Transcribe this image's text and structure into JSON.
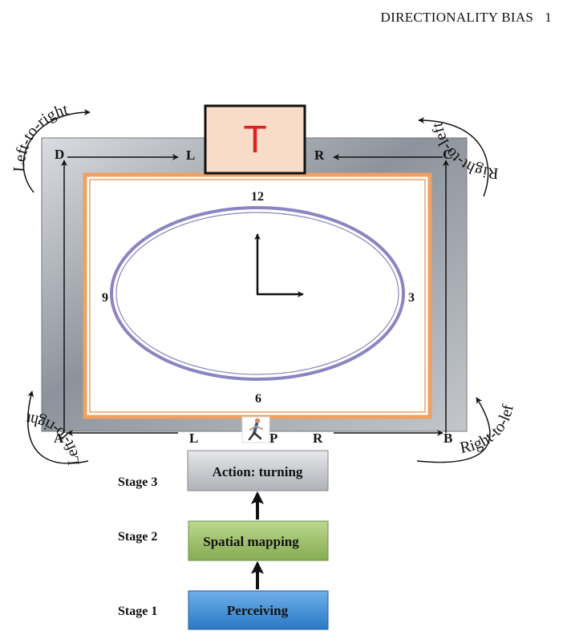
{
  "header": {
    "running_title": "DIRECTIONALITY BIAS",
    "page_number": "1"
  },
  "target": {
    "label": "T"
  },
  "corners": {
    "a": "A",
    "b": "B",
    "c": "C",
    "d": "D"
  },
  "side_labels": {
    "top_left": "L",
    "top_right": "R",
    "bottom_left": "L",
    "bottom_right": "R",
    "observer": "P"
  },
  "clock": {
    "twelve": "12",
    "three": "3",
    "six": "6",
    "nine": "9"
  },
  "direction_labels": {
    "top_left": "Left-to-right",
    "top_right": "Right-to-left",
    "bottom_left": "Left-to-right",
    "bottom_right": "Right-to-left"
  },
  "stages": [
    {
      "name": "Stage 3",
      "box": "Action: turning",
      "color": "#c9cbd2"
    },
    {
      "name": "Stage 2",
      "box": "Spatial mapping",
      "color": "#9cc06a"
    },
    {
      "name": "Stage 1",
      "box": "Perceiving",
      "color": "#3d8fd6"
    }
  ],
  "colors": {
    "frame": "#8d939c",
    "orange_border": "#f0a060",
    "ellipse": "#8a85c0",
    "target_text": "#e02020",
    "target_fill": "#f8dcc8"
  }
}
